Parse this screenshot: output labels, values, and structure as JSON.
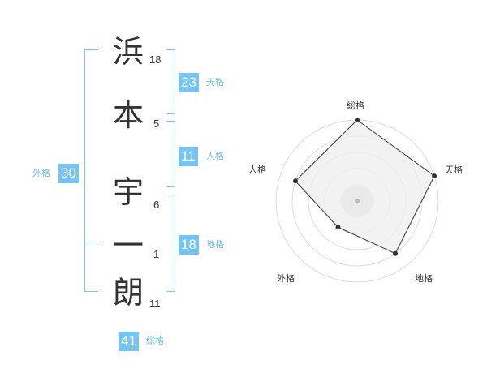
{
  "name": {
    "chars": [
      {
        "char": "浜",
        "strokes": "18"
      },
      {
        "char": "本",
        "strokes": "5"
      },
      {
        "char": "宇",
        "strokes": "6"
      },
      {
        "char": "一",
        "strokes": "1"
      },
      {
        "char": "朗",
        "strokes": "11"
      }
    ]
  },
  "fortune": {
    "tenkaku": {
      "value": "23",
      "label": "天格"
    },
    "jinkaku": {
      "value": "11",
      "label": "人格"
    },
    "chikaku": {
      "value": "18",
      "label": "地格"
    },
    "gaikaku": {
      "value": "30",
      "label": "外格"
    },
    "soukaku": {
      "value": "41",
      "label": "総格"
    }
  },
  "chart_data": {
    "type": "radar",
    "axes": [
      "総格",
      "天格",
      "地格",
      "外格",
      "人格"
    ],
    "values": [
      5,
      5,
      4,
      2,
      4
    ],
    "max": 5,
    "rings": 5,
    "colors": {
      "fill": "#eeeeee",
      "line": "#333333",
      "ring": "#dddddd",
      "point": "#333333"
    }
  },
  "colors": {
    "accent": "#74c5f5",
    "accent_text": "#6fbfee"
  }
}
